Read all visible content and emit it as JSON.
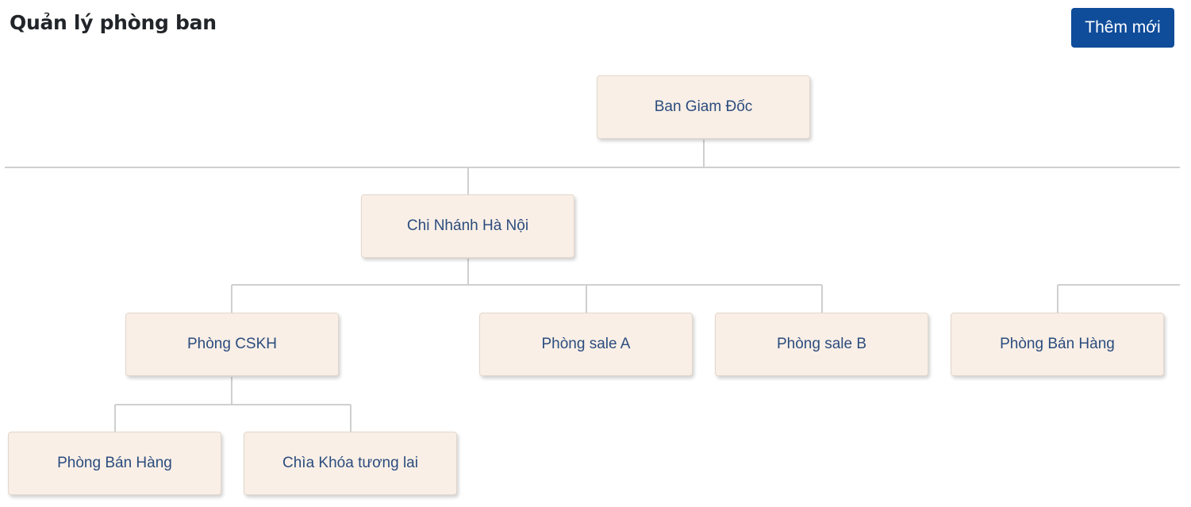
{
  "header": {
    "title": "Quản lý phòng ban",
    "add_button_label": "Thêm mới"
  },
  "org_chart": {
    "root": "Ban Giam Đốc",
    "branch": "Chi Nhánh Hà Nội",
    "departments": {
      "cskh": "Phòng CSKH",
      "sale_a": "Phòng sale A",
      "sale_b": "Phòng sale B",
      "ban_hang": "Phòng Bán Hàng"
    },
    "sub_departments": {
      "ban_hang": "Phòng Bán Hàng",
      "chia_khoa": "Chìa Khóa tương lai"
    }
  },
  "colors": {
    "primary_button": "#0f4c9a",
    "node_background": "#f9efe6",
    "node_text": "#2b4c7e",
    "connector": "#cfcfcf"
  }
}
